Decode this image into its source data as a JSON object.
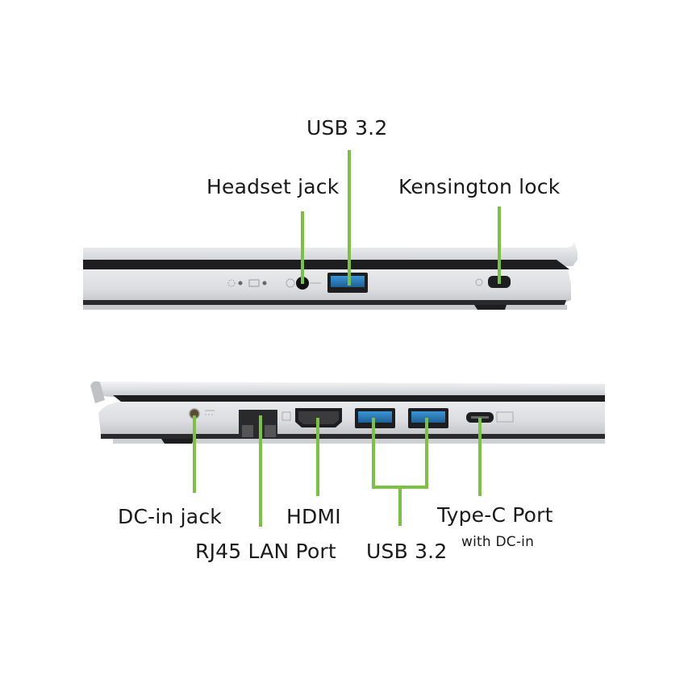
{
  "top_view": {
    "labels": {
      "usb": "USB 3.2",
      "headset": "Headset jack",
      "kensington": "Kensington lock"
    }
  },
  "bottom_view": {
    "labels": {
      "dc_in": "DC-in jack",
      "rj45": "RJ45 LAN Port",
      "hdmi": "HDMI",
      "usb": "USB 3.2",
      "type_c": "Type-C Port",
      "type_c_sub": "with DC-in"
    }
  },
  "colors": {
    "accent": "#7cc242",
    "chassis": "#d9dadd",
    "usb_blue": "#2f86c8",
    "dark": "#1e1e20"
  }
}
